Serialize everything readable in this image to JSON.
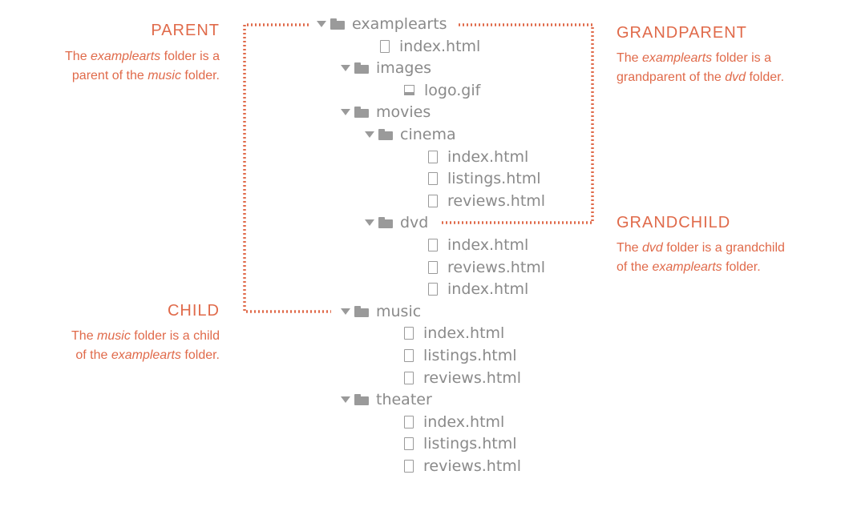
{
  "tree": [
    {
      "depth": 0,
      "kind": "folder",
      "label": "examplearts"
    },
    {
      "depth": 1,
      "kind": "file",
      "label": "index.html"
    },
    {
      "depth": 1,
      "kind": "folder",
      "label": "images"
    },
    {
      "depth": 2,
      "kind": "image",
      "label": "logo.gif"
    },
    {
      "depth": 1,
      "kind": "folder",
      "label": "movies"
    },
    {
      "depth": 2,
      "kind": "folder",
      "label": "cinema"
    },
    {
      "depth": 3,
      "kind": "file",
      "label": "index.html"
    },
    {
      "depth": 3,
      "kind": "file",
      "label": "listings.html"
    },
    {
      "depth": 3,
      "kind": "file",
      "label": "reviews.html"
    },
    {
      "depth": 2,
      "kind": "folder",
      "label": "dvd"
    },
    {
      "depth": 3,
      "kind": "file",
      "label": "index.html"
    },
    {
      "depth": 3,
      "kind": "file",
      "label": "reviews.html"
    },
    {
      "depth": 3,
      "kind": "file",
      "label": "index.html"
    },
    {
      "depth": 1,
      "kind": "folder",
      "label": "music"
    },
    {
      "depth": 2,
      "kind": "file",
      "label": "index.html"
    },
    {
      "depth": 2,
      "kind": "file",
      "label": "listings.html"
    },
    {
      "depth": 2,
      "kind": "file",
      "label": "reviews.html"
    },
    {
      "depth": 1,
      "kind": "folder",
      "label": "theater"
    },
    {
      "depth": 2,
      "kind": "file",
      "label": "index.html"
    },
    {
      "depth": 2,
      "kind": "file",
      "label": "listings.html"
    },
    {
      "depth": 2,
      "kind": "file",
      "label": "reviews.html"
    }
  ],
  "annotations": {
    "parent": {
      "title": "PARENT",
      "line1": [
        "The ",
        "examplearts",
        " folder is a"
      ],
      "line2": [
        "parent of the ",
        "music",
        " folder."
      ]
    },
    "child": {
      "title": "CHILD",
      "line1": [
        "The ",
        "music",
        " folder is a child"
      ],
      "line2": [
        "of the ",
        "examplearts",
        " folder."
      ]
    },
    "grandparent": {
      "title": "GRANDPARENT",
      "line1": [
        "The ",
        "examplearts",
        " folder is a"
      ],
      "line2": [
        "grandparent of the ",
        "dvd",
        " folder."
      ]
    },
    "grandchild": {
      "title": "GRANDCHILD",
      "line1": [
        "The ",
        "dvd",
        " folder is a grandchild"
      ],
      "line2": [
        "of the ",
        "examplearts",
        " folder."
      ]
    }
  },
  "colors": {
    "accent": "#e06a4a",
    "tree_text": "#8a8a8a",
    "icon": "#9a9a9a"
  }
}
